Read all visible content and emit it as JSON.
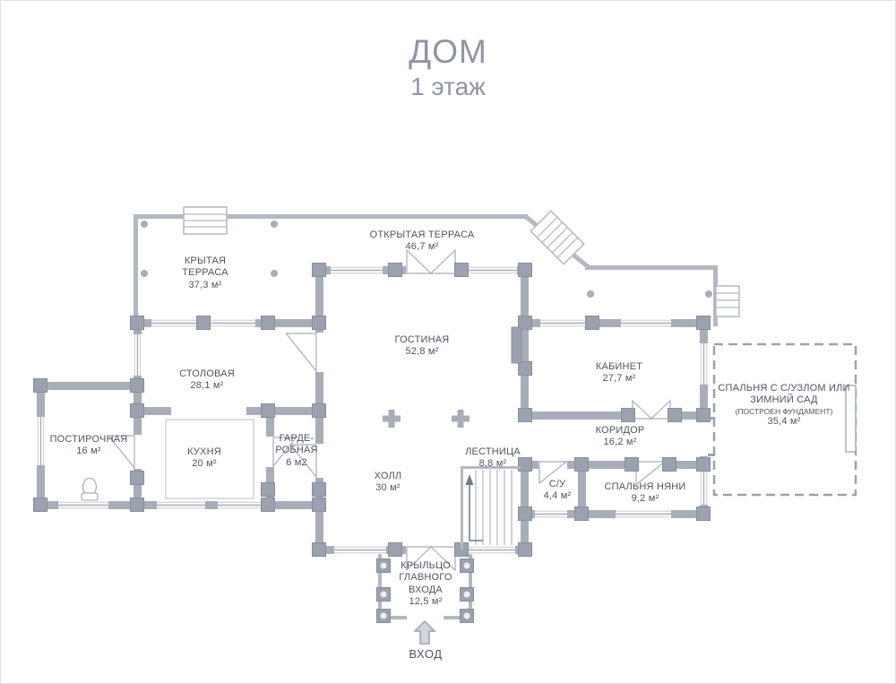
{
  "title": "ДОМ",
  "subtitle": "1 этаж",
  "entrance": "ВХОД",
  "colors": {
    "wall": "#a8adb8",
    "post": "#9ba1ae",
    "post_stroke": "#878e9c",
    "terrace": "#b4b8c1",
    "light": "#c9ccd4",
    "label_text": "#4e5561",
    "title_text": "#8f95a3"
  },
  "rooms": {
    "covered_terrace": {
      "name": "КРЫТАЯ ТЕРРАСА",
      "area": "37,3 м²"
    },
    "open_terrace": {
      "name": "ОТКРЫТАЯ ТЕРРАСА",
      "area": "46,7 м²"
    },
    "living": {
      "name": "ГОСТИНАЯ",
      "area": "52,8 м²"
    },
    "office": {
      "name": "КАБИНЕТ",
      "area": "27,7 м²"
    },
    "dining": {
      "name": "СТОЛОВАЯ",
      "area": "28,1 м²"
    },
    "laundry": {
      "name": "ПОСТИРОЧНАЯ",
      "area": "16 м²"
    },
    "kitchen": {
      "name": "КУХНЯ",
      "area": "20 м²"
    },
    "wardrobe": {
      "name": "ГАРДЕ-РОБНАЯ",
      "area": "6 м2"
    },
    "hall": {
      "name": "ХОЛЛ",
      "area": "30 м²"
    },
    "stairs": {
      "name": "ЛЕСТНИЦА",
      "area": "8,8 м²"
    },
    "corridor": {
      "name": "КОРИДОР",
      "area": "16,2 м²"
    },
    "su": {
      "name": "С/У",
      "area": "4,4 м²"
    },
    "nanny": {
      "name": "СПАЛЬНЯ НЯНИ",
      "area": "9,2 м²"
    },
    "future": {
      "name": "СПАЛЬНЯ С С/УЗЛОМ ИЛИ ЗИМНИЙ САД",
      "note": "(ПОСТРОЕН ФУНДАМЕНТ)",
      "area": "35,4 м²"
    },
    "porch": {
      "name": "КРЫЛЬЦО ГЛАВНОГО ВХОДА",
      "area": "12,5 м²"
    }
  }
}
